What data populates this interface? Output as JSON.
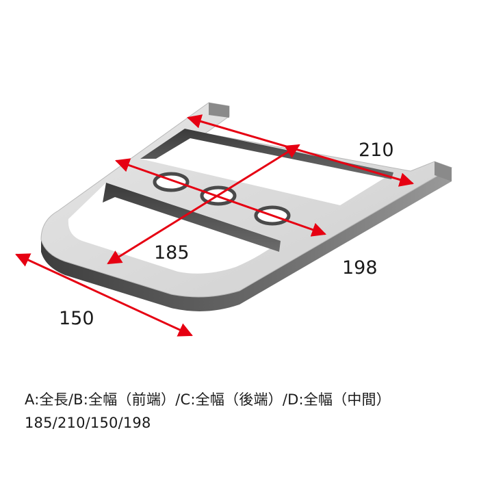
{
  "dimensions": {
    "front_width": "210",
    "total_length": "185",
    "middle_width": "198",
    "rear_width": "150"
  },
  "caption": {
    "legend": "A:全長/B:全幅（前端）/C:全幅（後端）/D:全幅（中間）",
    "values": "185/210/150/198"
  },
  "colors": {
    "arrow": "#e60012",
    "surface_top": "#d9d9d9",
    "surface_side": "#5a5a5a",
    "background": "#ffffff"
  }
}
